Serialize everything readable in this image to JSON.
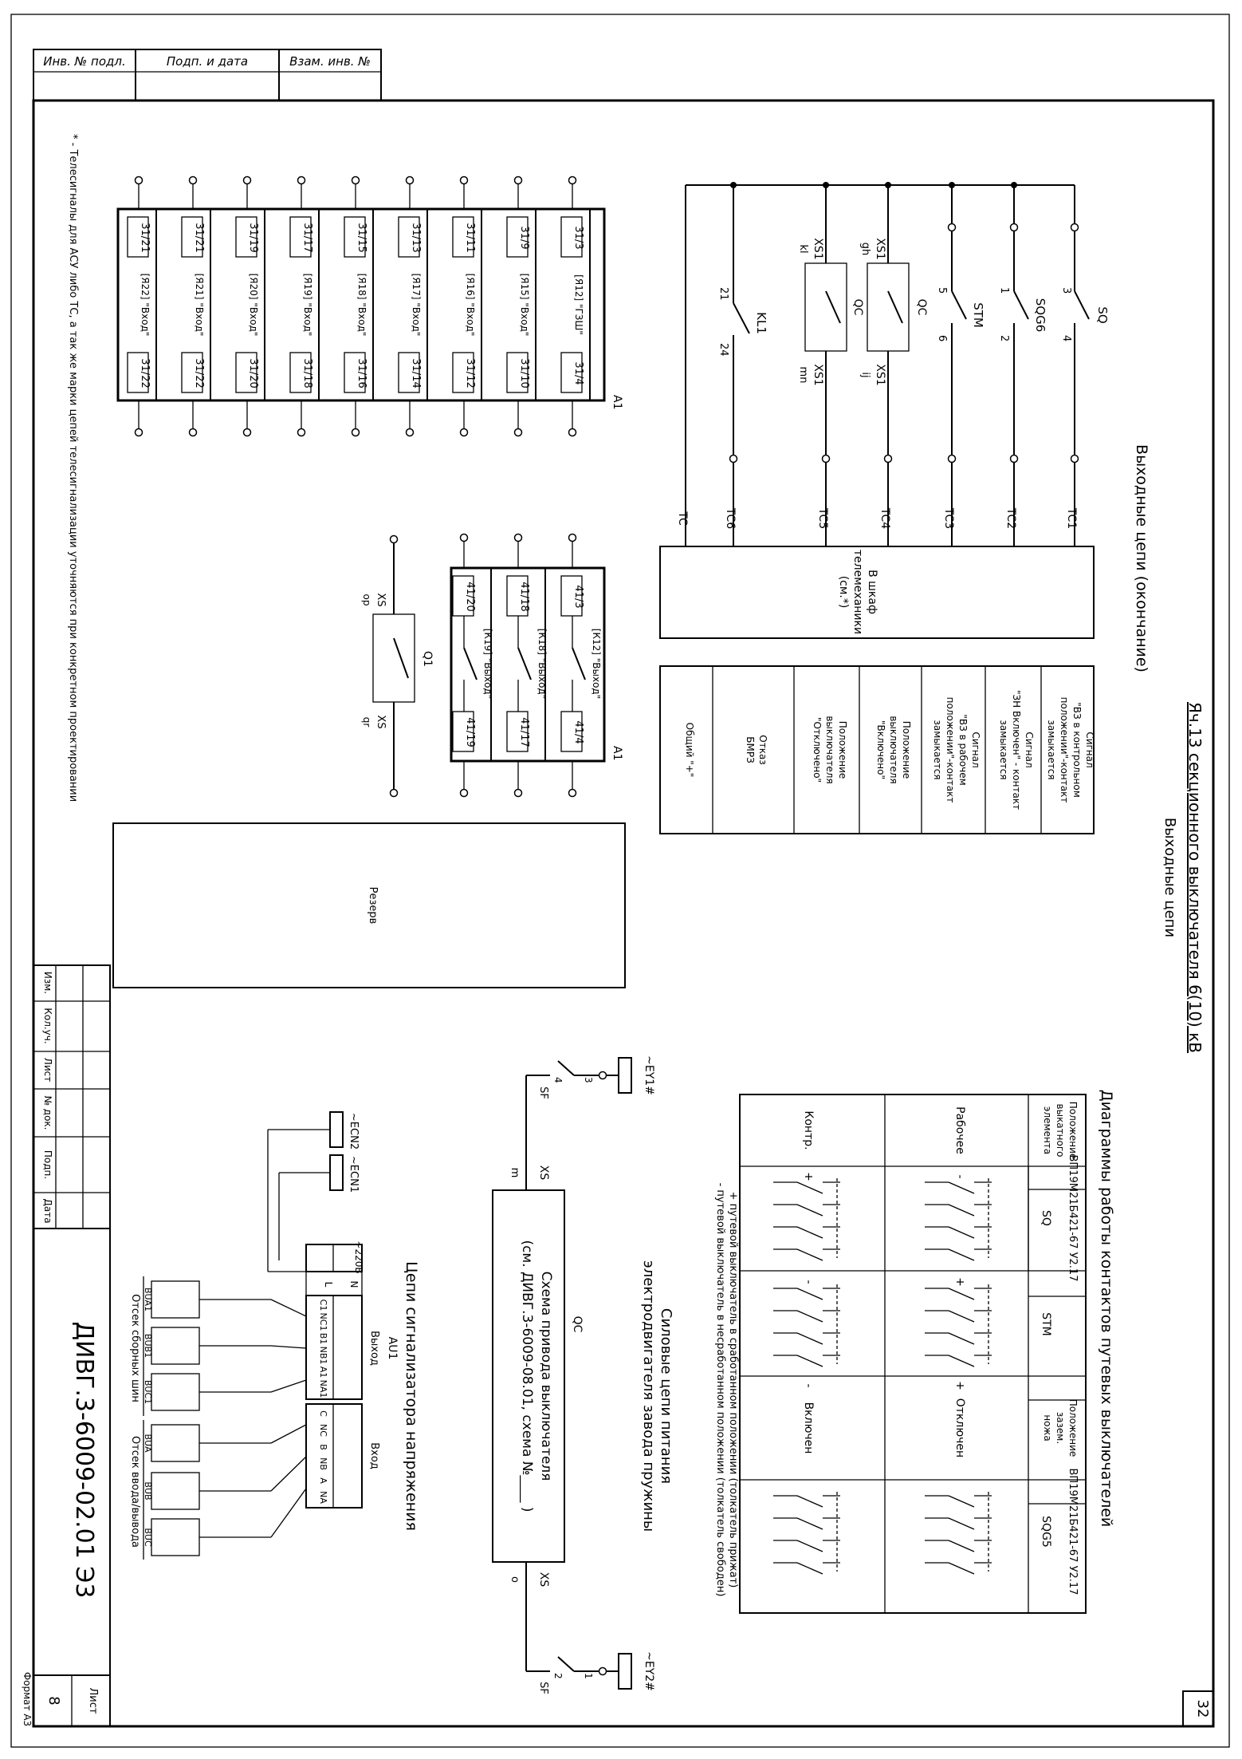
{
  "stamp": {
    "inv_podl": "Инв. № подл.",
    "podp_data": "Подп. и дата",
    "vzam_inv": "Взам. инв. №"
  },
  "sheet_number_top": "32",
  "title": {
    "main": "Яч.13 секционного выключателя 6(10) кВ",
    "sub": "Выходные цепи",
    "section_output": "Выходные цепи (окончание)"
  },
  "footnote": "* - Телесигналы для АСУ либо ТС, а так же марки цепей телесигнализации  уточняются при конкретном проектировании",
  "telemechanics": {
    "cabinet_label_1": "В шкаф",
    "cabinet_label_2": "телемеханики",
    "cabinet_label_3": "(см.*)",
    "outputs": [
      "TC1",
      "TC2",
      "TC3",
      "TC4",
      "TC5",
      "TC6",
      "TC"
    ],
    "signals": [
      [
        "Сигнал",
        "\"ВЗ в контрольном",
        "положении\"-контакт",
        "замыкается"
      ],
      [
        "Сигнал",
        "\"ЗН Включен\" - контакт",
        "замыкается"
      ],
      [
        "Сигнал",
        "\"ВЗ в рабочем",
        "положении\"-контакт",
        "замыкается"
      ],
      [
        "Положение",
        "выключателя",
        "\"Включено\""
      ],
      [
        "Положение",
        "выключателя",
        "\"Отключено\""
      ],
      [
        "Отказ",
        "БМРЗ"
      ],
      [
        "Общий \"+\""
      ]
    ]
  },
  "switches": {
    "sq": "SQ",
    "sqg6": "SQG6",
    "stm": "STM",
    "kl1": "KL1",
    "qc": "QC",
    "xs1": "XS1",
    "xs": "XS",
    "q1": "Q1",
    "pins": {
      "p3": "3",
      "p4": "4",
      "p1": "1",
      "p2": "2",
      "p5": "5",
      "p6": "6",
      "p21": "21",
      "p24": "24",
      "gh": "gh",
      "ij": "ij",
      "kl": "kl",
      "mn": "mn",
      "qr": "qr",
      "op": "op"
    }
  },
  "a1_top": {
    "label": "A1",
    "rows": [
      {
        "left": "31/3",
        "right": "31/4",
        "sig": "[Я12] \"ГЗШ\""
      },
      {
        "left": "31/9",
        "right": "31/10",
        "sig": "[Я15] \"Вход\""
      },
      {
        "left": "31/11",
        "right": "31/12",
        "sig": "[Я16] \"Вход\""
      },
      {
        "left": "31/13",
        "right": "31/14",
        "sig": "[Я17] \"Вход\""
      },
      {
        "left": "31/15",
        "right": "31/16",
        "sig": "[Я18] \"Вход\""
      },
      {
        "left": "31/17",
        "right": "31/18",
        "sig": "[Я19] \"Вход\""
      },
      {
        "left": "31/19",
        "right": "31/20",
        "sig": "[Я20] \"Вход\""
      },
      {
        "left": "31/21",
        "right": "31/22",
        "sig": "[Я21] \"Вход\""
      },
      {
        "left": "31/21",
        "right": "31/22",
        "sig": "[Я22] \"Вход\""
      }
    ]
  },
  "a1_mid": {
    "label": "A1",
    "rows": [
      {
        "left": "41/3",
        "right": "41/4",
        "sig": "[К12] \"Выход\""
      },
      {
        "left": "41/18",
        "right": "41/17",
        "sig": "[К18] \"Выход\""
      },
      {
        "left": "41/20",
        "right": "41/19",
        "sig": "[К19] \"Выход\""
      }
    ]
  },
  "reserve": "Резерв",
  "contacts_diagram": {
    "title": "Диаграммы работы контактов путевых выключателей",
    "header_pos": [
      "Положение",
      "выкатного",
      "элемента"
    ],
    "header_earth": [
      "Положение",
      "зазем.",
      "ножа"
    ],
    "type": "ВП19М21Б421-67 У2.17",
    "sq": "SQ",
    "stm": "STM",
    "sqg5": "SQG5",
    "rows_roll": [
      "Контр.",
      "Рабочее"
    ],
    "rows_earth": [
      "Включен",
      "Отключен"
    ],
    "plus": "+",
    "minus": "-",
    "notes": [
      "+ путевой выключатель в сработанном положении (толкатель прижат)",
      "- путевой выключатель в несработанном положении (толкатель свободен)"
    ]
  },
  "spring": {
    "title_1": "Силовые цепи питания",
    "title_2": "электродвигателя завода пружины",
    "qc": "QC",
    "scheme_1": "Схема привода выключателя",
    "scheme_2": "(см. ДИВГ.3-6009-08.01, схема №____ )",
    "xs": "XS",
    "m": "m",
    "o": "o",
    "ey1": "~EY1#",
    "ey2": "~EY2#",
    "sf": "SF",
    "p3": "3",
    "p4": "4",
    "p1": "1",
    "p2": "2"
  },
  "voltage": {
    "title": "Цепи сигнализатора напряжения",
    "au1": "AU1",
    "ecn1": "~ECN1",
    "ecn2": "~ECN2",
    "v220": "~220В",
    "l": "L",
    "n": "N",
    "vyhod": "Выход",
    "vhod": "Вход",
    "out_pins": [
      "C1",
      "NC1",
      "B1",
      "NB1",
      "A1",
      "NA1"
    ],
    "in_pins": [
      "C",
      "NC",
      "B",
      "NB",
      "A",
      "NA"
    ],
    "bus_sensors": [
      "BUA1",
      "BUB1",
      "BUC1"
    ],
    "line_sensors": [
      "BUA",
      "BUB",
      "BUC"
    ],
    "bus_label": "Отсек сборных шин",
    "line_label": "Отсек ввода/вывода"
  },
  "title_block": {
    "cols": [
      "Изм.",
      "Кол.уч.",
      "Лист",
      "№ док.",
      "Подп.",
      "Дата"
    ],
    "code": "ДИВГ.3-6009-02.01 Э3",
    "list_label": "Лист",
    "list_number": "8",
    "format": "Формат А3"
  }
}
